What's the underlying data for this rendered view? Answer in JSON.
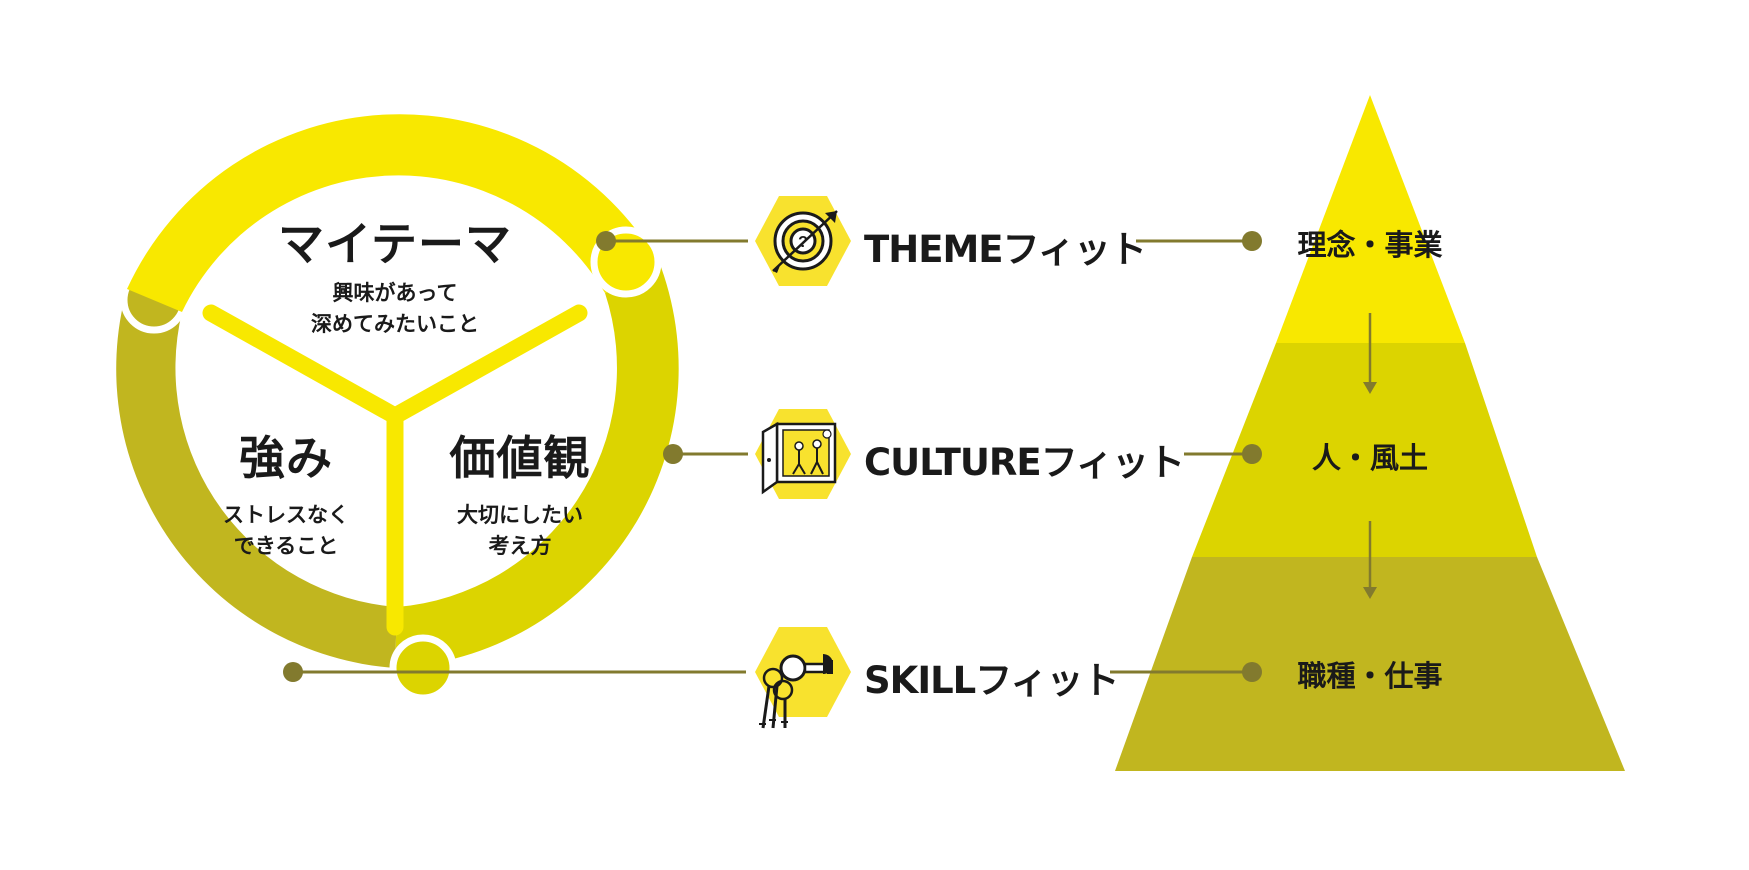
{
  "circle": {
    "segments": [
      {
        "title": "マイテーマ",
        "lines": [
          "興味があって",
          "深めてみたいこと"
        ]
      },
      {
        "title": "強み",
        "lines": [
          "ストレスなく",
          "できること"
        ]
      },
      {
        "title": "価値観",
        "lines": [
          "大切にしたい",
          "考え方"
        ]
      }
    ]
  },
  "fits": [
    {
      "label": "THEMEフィット",
      "icon": "target-icon"
    },
    {
      "label": "CULTUREフィット",
      "icon": "door-icon"
    },
    {
      "label": "SKILLフィット",
      "icon": "keys-icon"
    }
  ],
  "pyramid": {
    "levels": [
      "理念・事業",
      "人・風土",
      "職種・仕事"
    ]
  },
  "colors": {
    "yellow_bright": "#f8e800",
    "yellow_mid": "#dcd400",
    "olive": "#c1b61f",
    "hex_bg": "#f8e22e",
    "line": "#827a2e"
  }
}
